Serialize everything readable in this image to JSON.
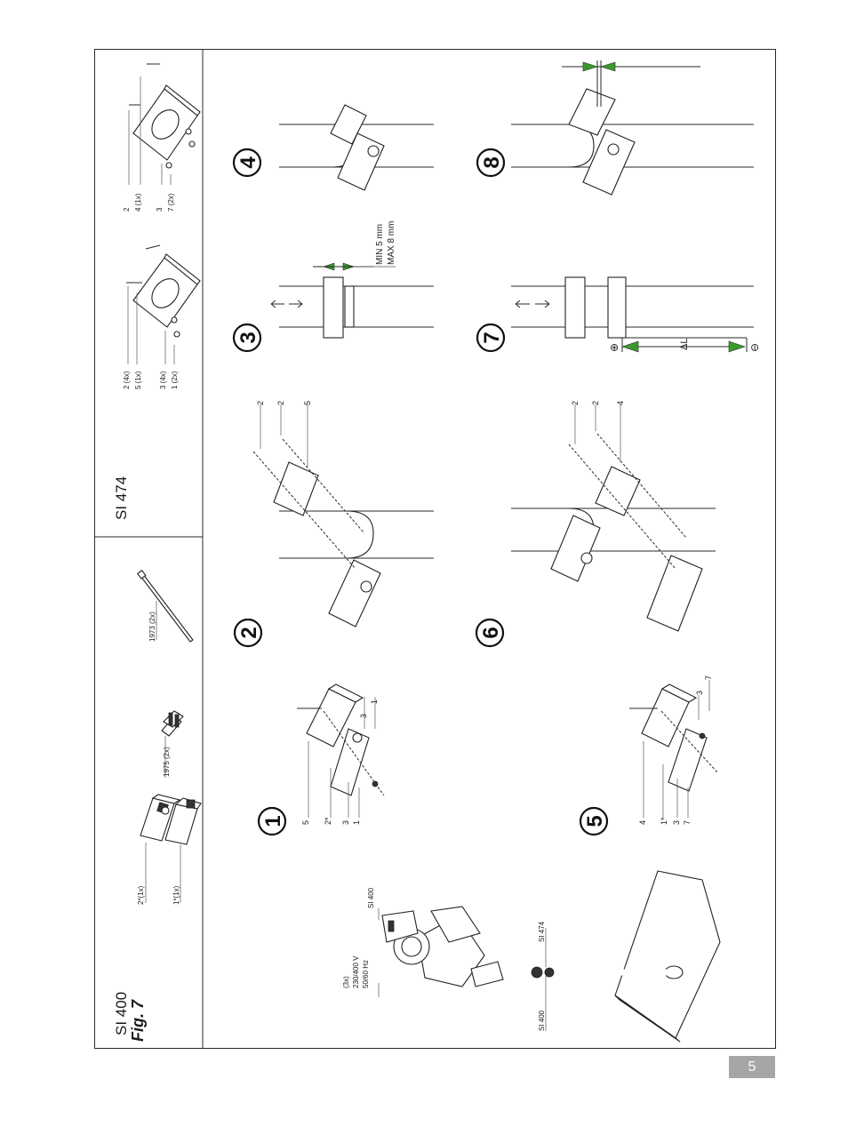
{
  "figure": {
    "label": "Fig. 7"
  },
  "headers": {
    "si400": "SI 400",
    "si474": "SI 474"
  },
  "kit_parts": {
    "p2star": "2*(1x)",
    "p1star": "1*(1x)",
    "p1975": "1975 (2x)",
    "p1973": "1973 (2x)",
    "kitA": [
      "2 (4x)",
      "5 (1x)",
      "3 (4x)",
      "1 (2x)"
    ],
    "kitB": [
      "2",
      "4 (1x)",
      "3",
      "7 (2x)"
    ]
  },
  "overview": {
    "supply": [
      "(3x)",
      "230/400 V",
      "50/60 Hz"
    ],
    "si400_top": "SI 400",
    "si474": "SI 474",
    "si400_bottom": "SI 400"
  },
  "steps": {
    "s1": {
      "number": "1",
      "labels": [
        "5",
        "2*",
        "3",
        "1",
        "3",
        "1"
      ]
    },
    "s2": {
      "number": "2",
      "labels": [
        "2",
        "2",
        "5"
      ]
    },
    "s3": {
      "number": "3",
      "gap_min": "MIN 5 mm",
      "gap_max": "MAX 8 mm"
    },
    "s4": {
      "number": "4"
    },
    "s5": {
      "number": "5",
      "labels": [
        "4",
        "1*",
        "3",
        "7",
        "3",
        "7"
      ]
    },
    "s6": {
      "number": "6",
      "labels": [
        "2",
        "2",
        "4"
      ]
    },
    "s7": {
      "number": "7",
      "delta": "ΔL",
      "plus": "⊕",
      "minus": "⊖"
    },
    "s8": {
      "number": "8"
    }
  },
  "page": {
    "number": "5"
  }
}
